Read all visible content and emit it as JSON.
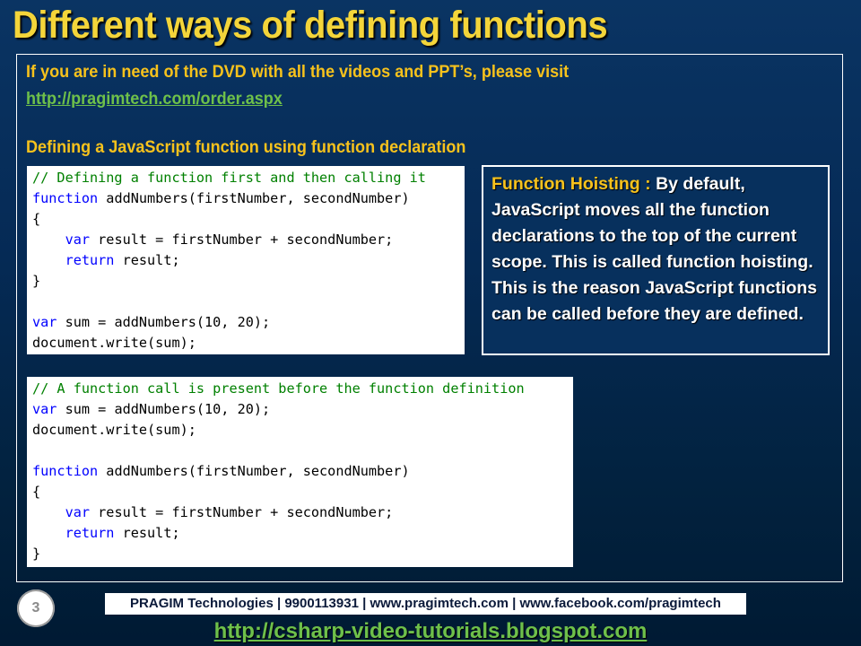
{
  "slide": {
    "title": "Different ways of defining functions",
    "intro_text": "If you are in need of the DVD with all the videos and PPT’s, please visit",
    "intro_link": "http://pragimtech.com/order.aspx",
    "section_heading": "Defining a JavaScript function using function declaration",
    "code_block_1": [
      {
        "type": "comment",
        "text": "// Defining a function first and then calling it"
      },
      {
        "parts": [
          {
            "kw": "function"
          },
          {
            "t": " addNumbers(firstNumber, secondNumber)"
          }
        ]
      },
      {
        "parts": [
          {
            "t": "{"
          }
        ]
      },
      {
        "parts": [
          {
            "t": "    "
          },
          {
            "kw": "var"
          },
          {
            "t": " result = firstNumber + secondNumber;"
          }
        ]
      },
      {
        "parts": [
          {
            "t": "    "
          },
          {
            "kw": "return"
          },
          {
            "t": " result;"
          }
        ]
      },
      {
        "parts": [
          {
            "t": "}"
          }
        ]
      },
      {
        "parts": [
          {
            "t": ""
          }
        ]
      },
      {
        "parts": [
          {
            "kw": "var"
          },
          {
            "t": " sum = addNumbers(10, 20);"
          }
        ]
      },
      {
        "parts": [
          {
            "t": "document.write(sum);"
          }
        ]
      }
    ],
    "code_block_2": [
      {
        "type": "comment",
        "text": "// A function call is present before the function definition"
      },
      {
        "parts": [
          {
            "kw": "var"
          },
          {
            "t": " sum = addNumbers(10, 20);"
          }
        ]
      },
      {
        "parts": [
          {
            "t": "document.write(sum);"
          }
        ]
      },
      {
        "parts": [
          {
            "t": ""
          }
        ]
      },
      {
        "parts": [
          {
            "kw": "function"
          },
          {
            "t": " addNumbers(firstNumber, secondNumber)"
          }
        ]
      },
      {
        "parts": [
          {
            "t": "{"
          }
        ]
      },
      {
        "parts": [
          {
            "t": "    "
          },
          {
            "kw": "var"
          },
          {
            "t": " result = firstNumber + secondNumber;"
          }
        ]
      },
      {
        "parts": [
          {
            "t": "    "
          },
          {
            "kw": "return"
          },
          {
            "t": " result;"
          }
        ]
      },
      {
        "parts": [
          {
            "t": "}"
          }
        ]
      }
    ],
    "note": {
      "label": "Function Hoisting : ",
      "text": "By default, JavaScript moves all the function declarations to the top of the current scope. This is called function hoisting. This is the reason JavaScript functions can be called before they are defined."
    },
    "slide_number": "3",
    "footer_bar": "PRAGIM Technologies | 9900113931 | www.pragimtech.com | www.facebook.com/pragimtech",
    "footer_link": "http://csharp-video-tutorials.blogspot.com"
  },
  "colors": {
    "title": "#f4d53a",
    "accent_yellow": "#f7c21c",
    "link_green": "#6ec04a",
    "code_comment": "#008000",
    "code_keyword": "#0000ff",
    "background_top": "#0a3463",
    "background_bottom": "#001a33"
  }
}
